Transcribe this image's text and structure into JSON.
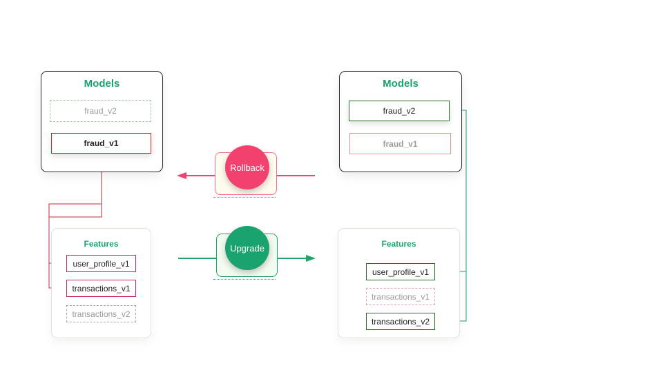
{
  "left_state": {
    "models": {
      "title": "Models",
      "items": [
        {
          "label": "fraud_v2"
        },
        {
          "label": "fraud_v1"
        }
      ]
    },
    "features": {
      "title": "Features",
      "items": [
        {
          "label": "user_profile_v1"
        },
        {
          "label": "transactions_v1"
        },
        {
          "label": "transactions_v2"
        }
      ]
    }
  },
  "right_state": {
    "models": {
      "title": "Models",
      "items": [
        {
          "label": "fraud_v2"
        },
        {
          "label": "fraud_v1"
        }
      ]
    },
    "features": {
      "title": "Features",
      "items": [
        {
          "label": "user_profile_v1"
        },
        {
          "label": "transactions_v1"
        },
        {
          "label": "transactions_v2"
        }
      ]
    }
  },
  "actions": {
    "rollback": {
      "label": "Rollback",
      "color": "#f3416f"
    },
    "upgrade": {
      "label": "Upgrade",
      "color": "#1aa36f"
    }
  },
  "colors": {
    "title_green": "#1aa36f",
    "active_red": "#c7262c",
    "active_green": "#2d6b2a",
    "link_red": "#c32b56",
    "link_teal": "#1a9a80"
  }
}
